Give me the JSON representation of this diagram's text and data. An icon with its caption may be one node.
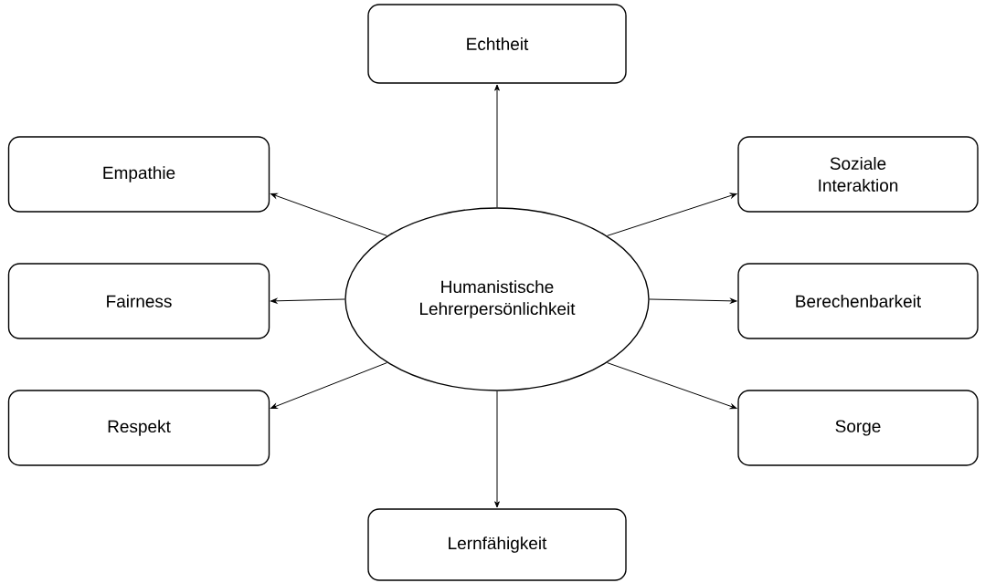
{
  "diagram": {
    "nodes": [
      {
        "text": [
          "Echtheit"
        ]
      },
      {
        "text": [
          "Empathie"
        ]
      },
      {
        "text": [
          "Soziale Interaktion"
        ]
      },
      {
        "text": [
          "Fairness"
        ]
      },
      {
        "text": [
          "Humanistische Lehrerpersönlichkeit"
        ]
      },
      {
        "text": [
          "Berechenbarkeit"
        ]
      },
      {
        "text": [
          "Respekt"
        ]
      },
      {
        "text": [
          "Sorge"
        ]
      },
      {
        "text": [
          "Lernfähigkeit"
        ]
      }
    ],
    "edges": [
      {
        "from": 4,
        "to": 0,
        "arrow": "to"
      },
      {
        "from": 4,
        "to": 1,
        "arrow": "to"
      },
      {
        "from": 4,
        "to": 2,
        "arrow": "to"
      },
      {
        "from": 4,
        "to": 3,
        "arrow": "to"
      },
      {
        "from": 4,
        "to": 5,
        "arrow": "to"
      },
      {
        "from": 4,
        "to": 6,
        "arrow": "to"
      },
      {
        "from": 4,
        "to": 7,
        "arrow": "to"
      },
      {
        "from": 4,
        "to": 8,
        "arrow": "to"
      }
    ]
  }
}
